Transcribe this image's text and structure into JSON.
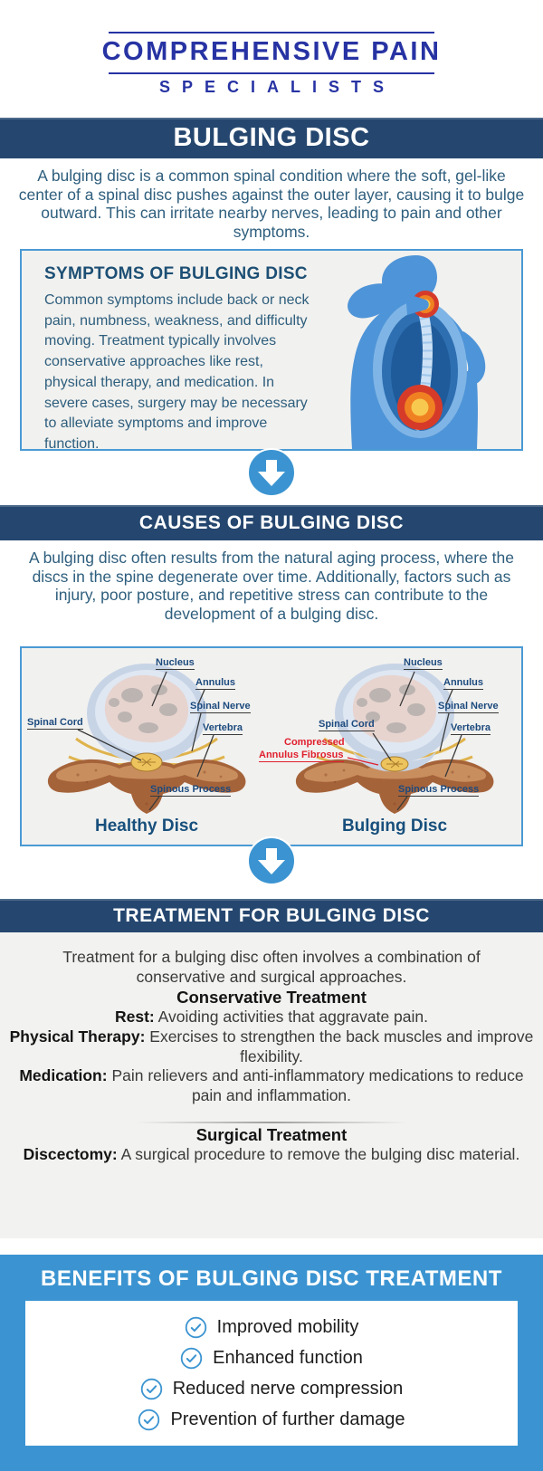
{
  "logo": {
    "name": "COMPREHENSIVE PAIN",
    "subtitle": "SPECIALISTS"
  },
  "banners": {
    "main": "BULGING DISC",
    "causes": "CAUSES OF BULGING DISC",
    "treatment": "TREATMENT FOR BULGING DISC",
    "benefits": "BENEFITS OF BULGING DISC TREATMENT"
  },
  "intro": "A bulging disc is a common spinal condition where the soft, gel-like center of a spinal disc pushes against the outer layer, causing it to bulge outward. This can irritate nearby nerves, leading to pain and other symptoms.",
  "symptoms": {
    "title": "SYMPTOMS OF BULGING DISC",
    "body": "Common symptoms include back or neck pain, numbness, weakness, and difficulty moving. Treatment typically involves conservative approaches like rest, physical therapy, and medication. In severe cases, surgery may be necessary to alleviate symptoms and improve function."
  },
  "causes": {
    "body": "A bulging disc often results from the natural aging process, where the discs in the spine degenerate over time. Additionally, factors such as injury, poor posture, and repetitive stress can contribute to the development of a bulging disc."
  },
  "diagram": {
    "labels": {
      "nucleus": "Nucleus",
      "annulus": "Annulus",
      "spinal_nerve": "Spinal Nerve",
      "vertebra": "Vertebra",
      "spinal_cord": "Spinal Cord",
      "spinous_process": "Spinous Process",
      "compressed_line1": "Compressed",
      "compressed_line2": "Annulus Fibrosus"
    },
    "healthy_caption": "Healthy Disc",
    "bulging_caption": "Bulging Disc"
  },
  "treatment": {
    "intro": "Treatment for a bulging disc often involves a combination of conservative and surgical approaches.",
    "conservative_title": "Conservative Treatment",
    "items": [
      {
        "term": "Rest:",
        "desc": "Avoiding activities that aggravate pain."
      },
      {
        "term": "Physical Therapy:",
        "desc": "Exercises to strengthen the back muscles and improve flexibility."
      },
      {
        "term": "Medication:",
        "desc": "Pain relievers and anti-inflammatory medications to reduce pain and inflammation."
      }
    ],
    "surgical_title": "Surgical Treatment",
    "surgical_items": [
      {
        "term": "Discectomy:",
        "desc": "A surgical procedure to remove the bulging disc material."
      }
    ]
  },
  "benefits": {
    "items": [
      "Improved mobility",
      "Enhanced function",
      "Reduced nerve compression",
      "Prevention of further damage"
    ]
  },
  "colors": {
    "navy": "#25476f",
    "logo_blue": "#2733a3",
    "accent_blue": "#3b94d1",
    "teal_text": "#2e5e7d",
    "alert_red": "#e01f2d"
  }
}
